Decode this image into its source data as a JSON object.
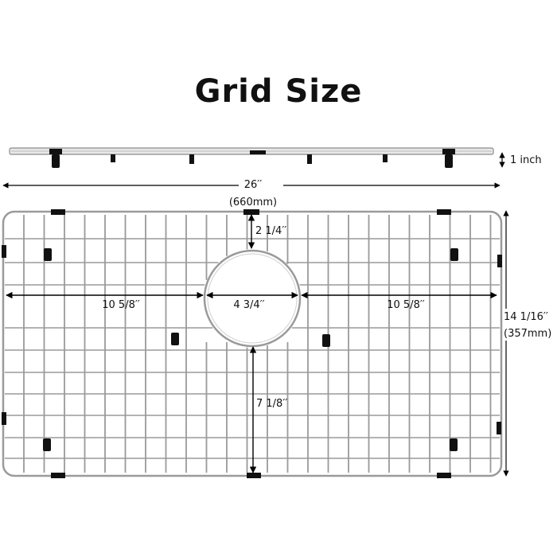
{
  "title": "Grid Size",
  "dimensions": {
    "height": "1 inch",
    "width": "26′′",
    "width_mm": "(660mm)",
    "depth": "14 1/16′′",
    "depth_mm": "(357mm)",
    "top_gap": "2 1/4′′",
    "left_span": "10 5/8′′",
    "hole_diameter": "4 3/4′′",
    "right_span": "10 5/8′′",
    "bottom_gap": "7 1/8′′"
  },
  "colors": {
    "wire": "#9a9a9a",
    "foot": "#111111",
    "arrow": "#000000"
  }
}
